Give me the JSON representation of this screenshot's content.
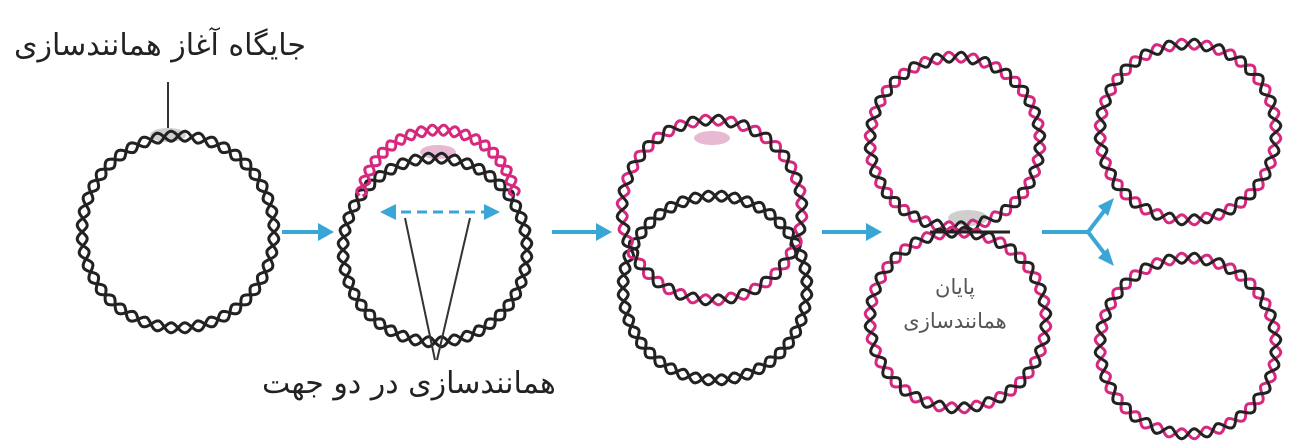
{
  "labels": {
    "origin": "جایگاه آغاز همانندسازی",
    "bidirectional": "همانندسازی در دو جهت",
    "termination_line1": "پایان",
    "termination_line2": "همانندسازی"
  },
  "colors": {
    "parental_strand": "#222222",
    "new_strand": "#d6287e",
    "arrow": "#3aa6d6",
    "origin_highlight": "#cfcfcf",
    "new_highlight": "#e7b9d3"
  }
}
